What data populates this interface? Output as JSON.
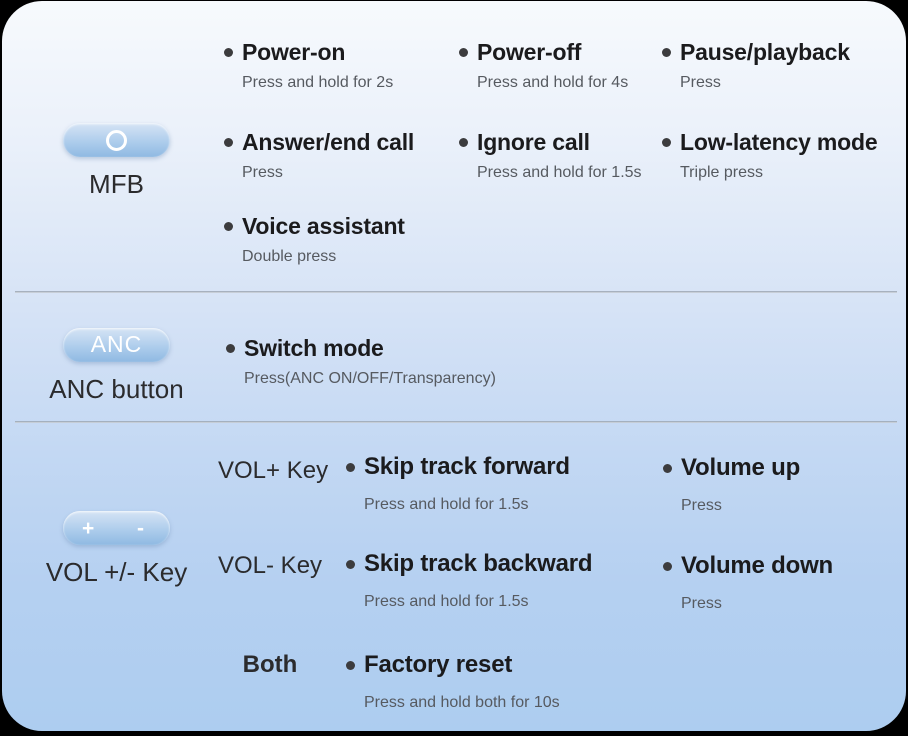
{
  "colors": {
    "card_top": "#f7fafd",
    "card_bottom": "#adcdf0",
    "pill_top": "#d6e4f5",
    "pill_bottom": "#8fb9e2",
    "title_color": "#1b1b1d",
    "desc_color": "#565a60",
    "divider_color": "#9fa9b5",
    "page_bg": "#000000"
  },
  "sections": {
    "mfb": {
      "button_label": "MFB",
      "items": [
        {
          "title": "Power-on",
          "desc": "Press and hold for 2s"
        },
        {
          "title": "Power-off",
          "desc": "Press and hold for 4s"
        },
        {
          "title": "Pause/playback",
          "desc": "Press"
        },
        {
          "title": "Answer/end call",
          "desc": "Press"
        },
        {
          "title": "Ignore call",
          "desc": "Press and hold for 1.5s"
        },
        {
          "title": "Low-latency mode",
          "desc": "Triple press"
        },
        {
          "title": "Voice assistant",
          "desc": "Double press"
        }
      ]
    },
    "anc": {
      "button_glyph": "ANC",
      "button_label": "ANC button",
      "items": [
        {
          "title": "Switch mode",
          "desc": "Press(ANC ON/OFF/Transparency)"
        }
      ]
    },
    "vol": {
      "button_plus": "+",
      "button_minus": "-",
      "button_label": "VOL +/- Key",
      "rows": [
        {
          "key": "VOL+ Key",
          "items": [
            {
              "title": "Skip track forward",
              "desc": "Press and hold for 1.5s"
            },
            {
              "title": "Volume up",
              "desc": "Press"
            }
          ]
        },
        {
          "key": "VOL- Key",
          "items": [
            {
              "title": "Skip track backward",
              "desc": "Press and hold for 1.5s"
            },
            {
              "title": "Volume down",
              "desc": "Press"
            }
          ]
        },
        {
          "key": "Both",
          "items": [
            {
              "title": "Factory reset",
              "desc": "Press and hold both for 10s"
            }
          ]
        }
      ]
    }
  }
}
